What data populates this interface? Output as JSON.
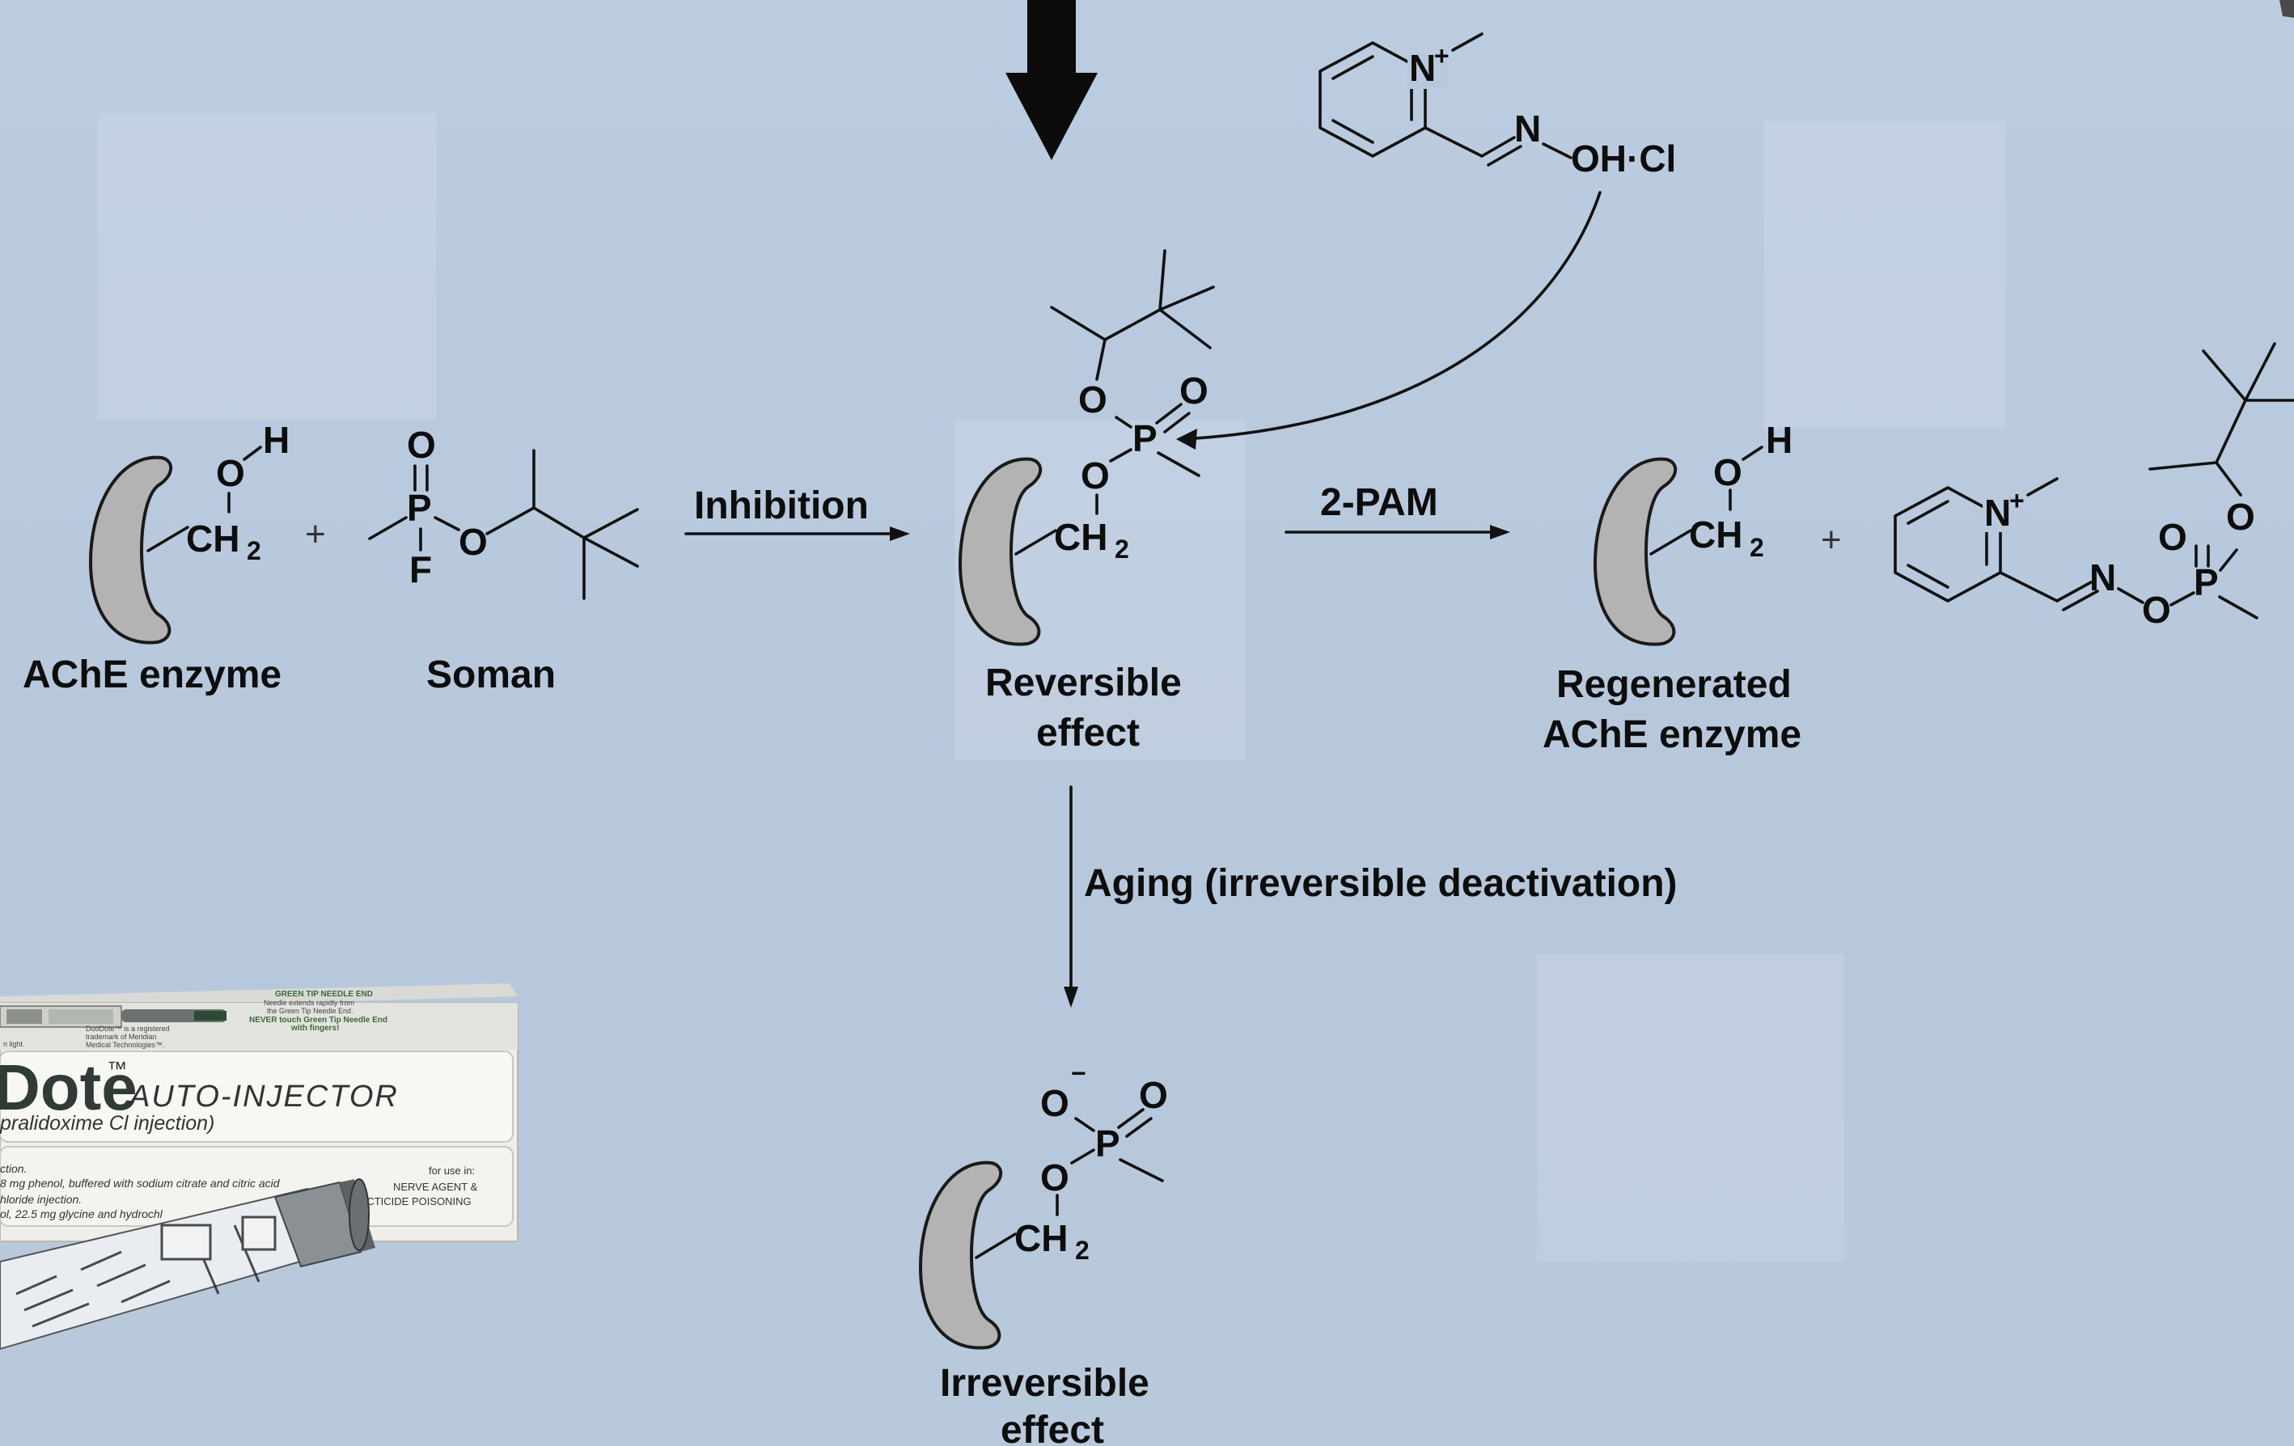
{
  "arrow": {
    "label": "Inhibition"
  },
  "arrow2": {
    "label": "2-PAM"
  },
  "arrow3": {
    "label": "Aging (irreversible deactivation)"
  },
  "captions": {
    "ache": "AChE enzyme",
    "soman": "Soman",
    "reversible_1": "Reversible",
    "reversible_2": "effect",
    "regenerated_1": "Regenerated",
    "regenerated_2": "AChE enzyme",
    "irreversible_1": "Irreversible",
    "irreversible_2": "effect"
  },
  "atoms": {
    "O": "O",
    "H": "H",
    "P": "P",
    "F": "F",
    "N": "N",
    "CH": "CH",
    "two": "2",
    "plus_charge": "+",
    "minus_charge": "−",
    "OH_Cl": "OH·Cl",
    "plus_sign": "+"
  },
  "product_box": {
    "brand": "Dote",
    "tm": "™",
    "title": "AUTO-INJECTOR",
    "subtitle": "pralidoxime Cl injection)",
    "fine_1": "ction.",
    "fine_2": "8 mg phenol, buffered with sodium citrate and citric acid",
    "fine_3": "hloride injection.",
    "fine_4": "ol, 22.5 mg glycine and hydrochl",
    "use_in": "for use in:",
    "use_1": "NERVE AGENT &",
    "use_2": "SECTICIDE POISONING",
    "top_1": "GREEN TIP NEEDLE END",
    "top_2": "Needle extends rapidly from",
    "top_3": "the Green Tip Needle End.",
    "top_4": "NEVER touch Green Tip Needle End",
    "top_5": "with fingers!",
    "top_left_1": "DuoDote™ is a registered",
    "top_left_2": "trademark of Meridian",
    "top_left_3": "Medical Technologies™.",
    "light": "n light."
  },
  "colors": {
    "background": "#b8c9dc",
    "enzyme_fill": "#b3b3b3",
    "ink": "#111111"
  }
}
